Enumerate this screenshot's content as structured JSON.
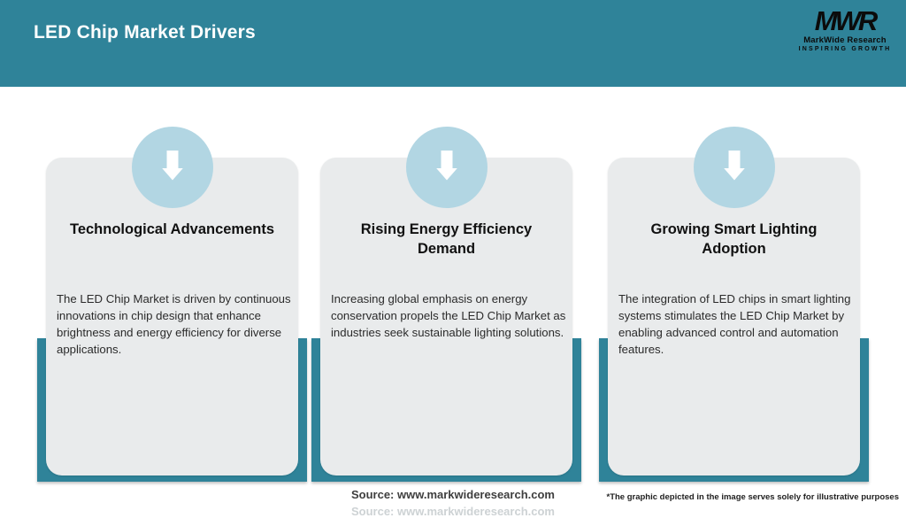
{
  "header": {
    "title": "LED Chip Market Drivers",
    "logo": {
      "acronym": "MWR",
      "name": "MarkWide Research",
      "tagline": "INSPIRING GROWTH"
    }
  },
  "cards": [
    {
      "icon": "arrow-down-icon",
      "title": "Technological Advancements",
      "description": "The LED Chip Market is driven by continuous innovations in chip design that enhance brightness and energy efficiency for diverse applications."
    },
    {
      "icon": "arrow-down-icon",
      "title": "Rising Energy Efficiency Demand",
      "description": "Increasing global emphasis on energy conservation propels the LED Chip Market as industries seek sustainable lighting solutions."
    },
    {
      "icon": "arrow-down-icon",
      "title": "Growing Smart Lighting Adoption",
      "description": "The integration of LED chips in smart lighting systems stimulates the LED Chip Market by enabling advanced control and automation features."
    }
  ],
  "footer": {
    "source": "Source: www.markwideresearch.com",
    "disclaimer": "*The graphic depicted in the image serves solely for illustrative purposes"
  },
  "colors": {
    "teal": "#2F8399",
    "card_background": "#E9EBEC",
    "icon_circle": "#B2D6E3",
    "icon_arrow": "#FFFFFF",
    "header_text": "#FFFFFF",
    "body_text": "#2B2B2B"
  }
}
